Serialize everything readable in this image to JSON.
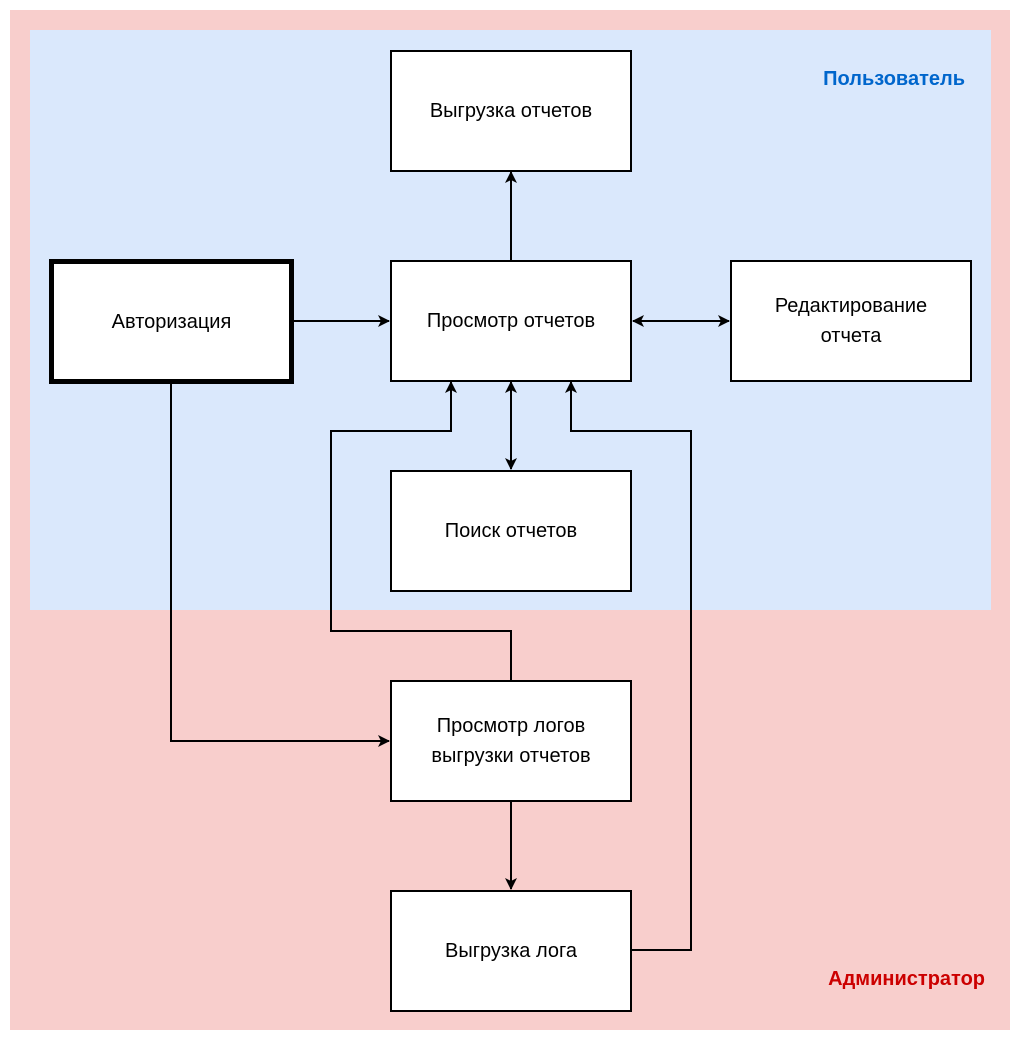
{
  "colors": {
    "admin_region_fill": "#f8cecc",
    "user_region_fill": "#dae8fc",
    "user_label": "#0066cc",
    "admin_label": "#cc0000",
    "node_fill": "#ffffff",
    "stroke": "#000000"
  },
  "regions": {
    "user": {
      "label": "Пользователь"
    },
    "admin": {
      "label": "Администратор"
    }
  },
  "nodes": {
    "export_reports": {
      "label": "Выгрузка отчетов"
    },
    "authorization": {
      "label": "Авторизация"
    },
    "view_reports": {
      "label": "Просмотр отчетов"
    },
    "edit_report": {
      "label": "Редактирование\nотчета"
    },
    "search_reports": {
      "label": "Поиск отчетов"
    },
    "view_export_logs": {
      "label": "Просмотр логов\nвыгрузки отчетов"
    },
    "export_log": {
      "label": "Выгрузка лога"
    }
  },
  "edges": [
    {
      "from": "view_reports",
      "to": "export_reports",
      "direction": "forward"
    },
    {
      "from": "authorization",
      "to": "view_reports",
      "direction": "forward"
    },
    {
      "from": "view_reports",
      "to": "edit_report",
      "direction": "both"
    },
    {
      "from": "view_reports",
      "to": "search_reports",
      "direction": "both"
    },
    {
      "from": "authorization",
      "to": "view_export_logs",
      "direction": "forward"
    },
    {
      "from": "view_export_logs",
      "to": "view_reports",
      "direction": "forward"
    },
    {
      "from": "view_export_logs",
      "to": "export_log",
      "direction": "forward"
    },
    {
      "from": "export_log",
      "to": "view_reports",
      "direction": "forward"
    }
  ]
}
